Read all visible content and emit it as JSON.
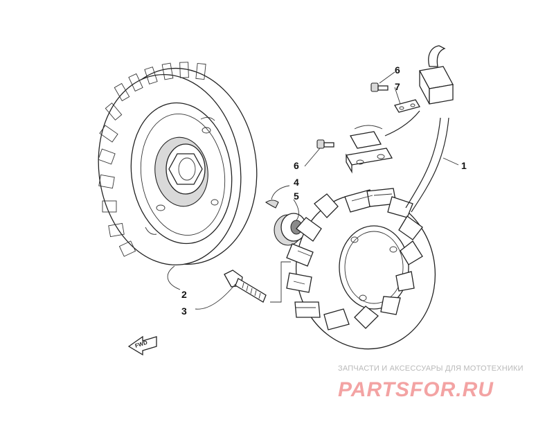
{
  "callouts": {
    "c1": "1",
    "c2": "2",
    "c3": "3",
    "c4": "4",
    "c5": "5",
    "c6a": "6",
    "c6b": "6",
    "c7": "7"
  },
  "fwd_label": "FWD",
  "watermark": {
    "subtitle": "ЗАПЧАСТИ И АКСЕССУАРЫ ДЛЯ МОТОТЕХНИКИ",
    "logo_text": "PARTSFOR.RU",
    "logo_color": "#f3a3a3"
  },
  "colors": {
    "line": "#222222",
    "background": "#ffffff"
  }
}
